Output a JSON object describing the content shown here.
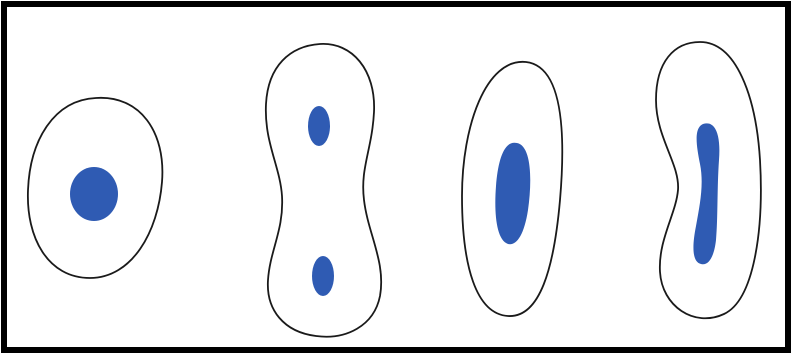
{
  "colors": {
    "frame_border": "#000000",
    "cell_outline": "#1a1a1a",
    "cell_fill": "#ffffff",
    "nucleus": "#2f5bb3",
    "background": "#ffffff"
  },
  "cells": [
    {
      "shape": "oval",
      "nuclei": 1,
      "nucleus_shape": "round"
    },
    {
      "shape": "dumbbell",
      "nuclei": 2,
      "nucleus_shape": "small-oval"
    },
    {
      "shape": "elongated-oval",
      "nuclei": 1,
      "nucleus_shape": "elongated"
    },
    {
      "shape": "curved-rod",
      "nuclei": 1,
      "nucleus_shape": "curved-rod"
    }
  ]
}
